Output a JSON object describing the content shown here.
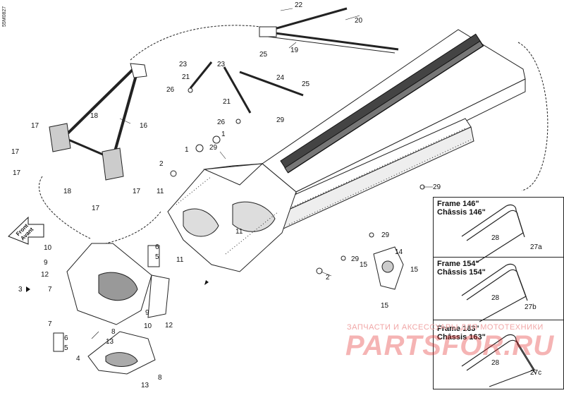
{
  "diagram": {
    "side_code": "55M0827",
    "front_arrow_label": "Front\nAvant",
    "frames": [
      {
        "label_en": "Frame 146\"",
        "label_fr": "Châssis 146\"",
        "part_a": "28",
        "part_b": "27a"
      },
      {
        "label_en": "Frame 154\"",
        "label_fr": "Châssis 154\"",
        "part_a": "28",
        "part_b": "27b"
      },
      {
        "label_en": "Frame 163\"",
        "label_fr": "Châssis 163\"",
        "part_a": "28",
        "part_b": "27c"
      }
    ],
    "callouts": [
      {
        "id": "c22",
        "text": "22"
      },
      {
        "id": "c20",
        "text": "20"
      },
      {
        "id": "c19",
        "text": "19"
      },
      {
        "id": "c23a",
        "text": "23"
      },
      {
        "id": "c21a",
        "text": "21"
      },
      {
        "id": "c23b",
        "text": "23"
      },
      {
        "id": "c25a",
        "text": "25"
      },
      {
        "id": "c24",
        "text": "24"
      },
      {
        "id": "c26a",
        "text": "26"
      },
      {
        "id": "c25b",
        "text": "25"
      },
      {
        "id": "c21b",
        "text": "21"
      },
      {
        "id": "c26b",
        "text": "26"
      },
      {
        "id": "c29a",
        "text": "29"
      },
      {
        "id": "c16",
        "text": "16"
      },
      {
        "id": "c18a",
        "text": "18"
      },
      {
        "id": "c17a",
        "text": "17"
      },
      {
        "id": "c17b",
        "text": "17"
      },
      {
        "id": "c17c",
        "text": "17"
      },
      {
        "id": "c18b",
        "text": "18"
      },
      {
        "id": "c17d",
        "text": "17"
      },
      {
        "id": "c17e",
        "text": "17"
      },
      {
        "id": "c1a",
        "text": "1"
      },
      {
        "id": "c1b",
        "text": "1"
      },
      {
        "id": "c29b",
        "text": "29"
      },
      {
        "id": "c2a",
        "text": "2"
      },
      {
        "id": "c11a",
        "text": "11"
      },
      {
        "id": "c29c",
        "text": "29"
      },
      {
        "id": "c11b",
        "text": "11"
      },
      {
        "id": "c29d",
        "text": "29"
      },
      {
        "id": "c10a",
        "text": "10"
      },
      {
        "id": "c6a",
        "text": "6"
      },
      {
        "id": "c5a",
        "text": "5"
      },
      {
        "id": "c11c",
        "text": "11"
      },
      {
        "id": "c9a",
        "text": "9"
      },
      {
        "id": "c12a",
        "text": "12"
      },
      {
        "id": "c3",
        "text": "3"
      },
      {
        "id": "c7a",
        "text": "7"
      },
      {
        "id": "c29e",
        "text": "29"
      },
      {
        "id": "c14",
        "text": "14"
      },
      {
        "id": "c15a",
        "text": "15"
      },
      {
        "id": "c15b",
        "text": "15"
      },
      {
        "id": "c2b",
        "text": "2"
      },
      {
        "id": "c15c",
        "text": "15"
      },
      {
        "id": "c7b",
        "text": "7"
      },
      {
        "id": "c9b",
        "text": "9"
      },
      {
        "id": "c12b",
        "text": "12"
      },
      {
        "id": "c10b",
        "text": "10"
      },
      {
        "id": "c6b",
        "text": "6"
      },
      {
        "id": "c5b",
        "text": "5"
      },
      {
        "id": "c8a",
        "text": "8"
      },
      {
        "id": "c13a",
        "text": "13"
      },
      {
        "id": "c4",
        "text": "4"
      },
      {
        "id": "c8b",
        "text": "8"
      },
      {
        "id": "c13b",
        "text": "13"
      }
    ],
    "watermark": {
      "top_text": "ЗАПЧАСТИ И АКСЕССУАРЫ ДЛЯ МОТОТЕХНИКИ",
      "logo_text": "PARTSFOR.RU"
    }
  }
}
